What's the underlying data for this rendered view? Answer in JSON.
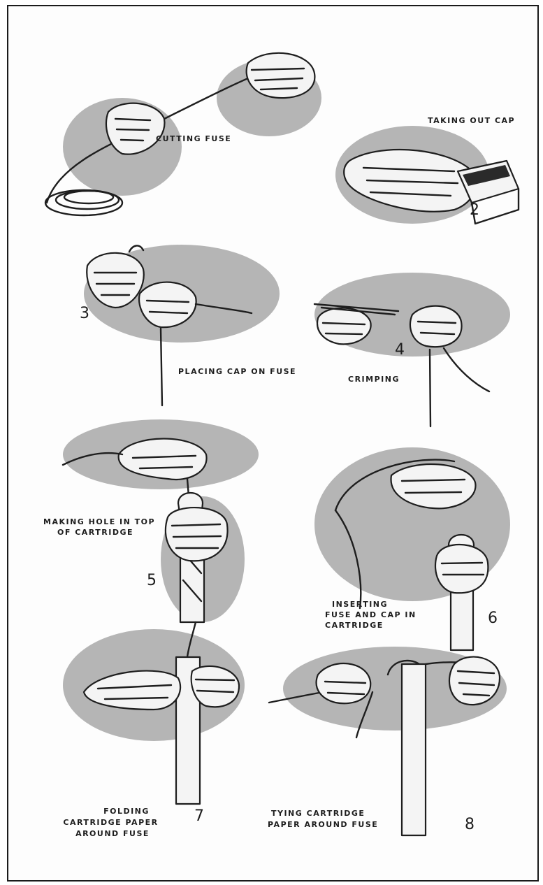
{
  "colors": {
    "ink": "#1e1e1e",
    "paper": "#fdfdfd",
    "shade": "#7a7a7a"
  },
  "steps": [
    {
      "caption": "CUTTING FUSE",
      "number": ""
    },
    {
      "caption": "TAKING OUT CAP",
      "number": "2"
    },
    {
      "caption": "PLACING CAP ON FUSE",
      "number": "3"
    },
    {
      "caption": "CRIMPING",
      "number": "4"
    },
    {
      "caption_line1": "MAKING HOLE IN TOP",
      "caption_line2": "OF CARTRIDGE",
      "number": "5"
    },
    {
      "caption_line1": "INSERTING",
      "caption_line2": "FUSE AND CAP IN",
      "caption_line3": "CARTRIDGE",
      "number": "6"
    },
    {
      "caption_line1": "FOLDING",
      "caption_line2": "CARTRIDGE PAPER",
      "caption_line3": "AROUND FUSE",
      "number": "7"
    },
    {
      "caption_line1": "TYING CARTRIDGE",
      "caption_line2": "PAPER AROUND FUSE",
      "number": "8"
    }
  ]
}
